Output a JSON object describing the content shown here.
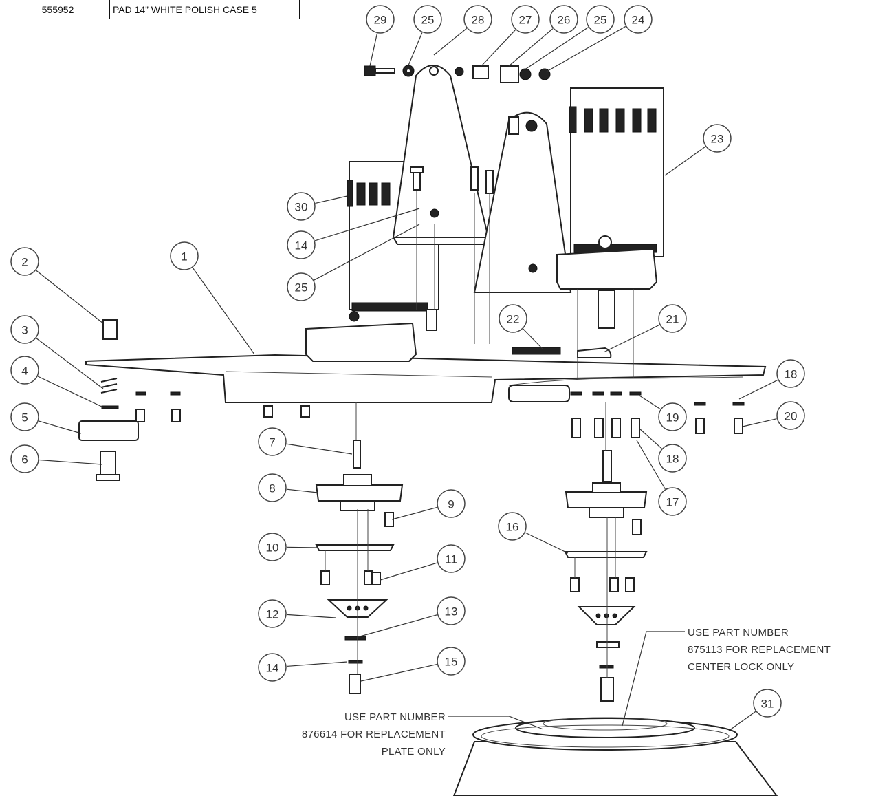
{
  "parts_table": {
    "rows": [
      {
        "part_number": "555952",
        "description": "PAD 14” WHITE POLISH CASE 5"
      }
    ]
  },
  "callouts": [
    "1",
    "2",
    "3",
    "4",
    "5",
    "6",
    "7",
    "8",
    "9",
    "10",
    "11",
    "12",
    "13",
    "14",
    "15",
    "16",
    "17",
    "18",
    "19",
    "20",
    "21",
    "22",
    "23",
    "24",
    "25",
    "26",
    "27",
    "28",
    "29",
    "30",
    "31"
  ],
  "extra_callouts": {
    "a": "25",
    "b": "25",
    "c": "14",
    "d": "18"
  },
  "notes": {
    "center_lock": {
      "line1": "USE PART NUMBER",
      "line2": "875113 FOR REPLACEMENT",
      "line3": "CENTER LOCK ONLY"
    },
    "plate": {
      "line1": "USE PART NUMBER",
      "line2": "876614 FOR REPLACEMENT",
      "line3": "PLATE ONLY"
    }
  }
}
